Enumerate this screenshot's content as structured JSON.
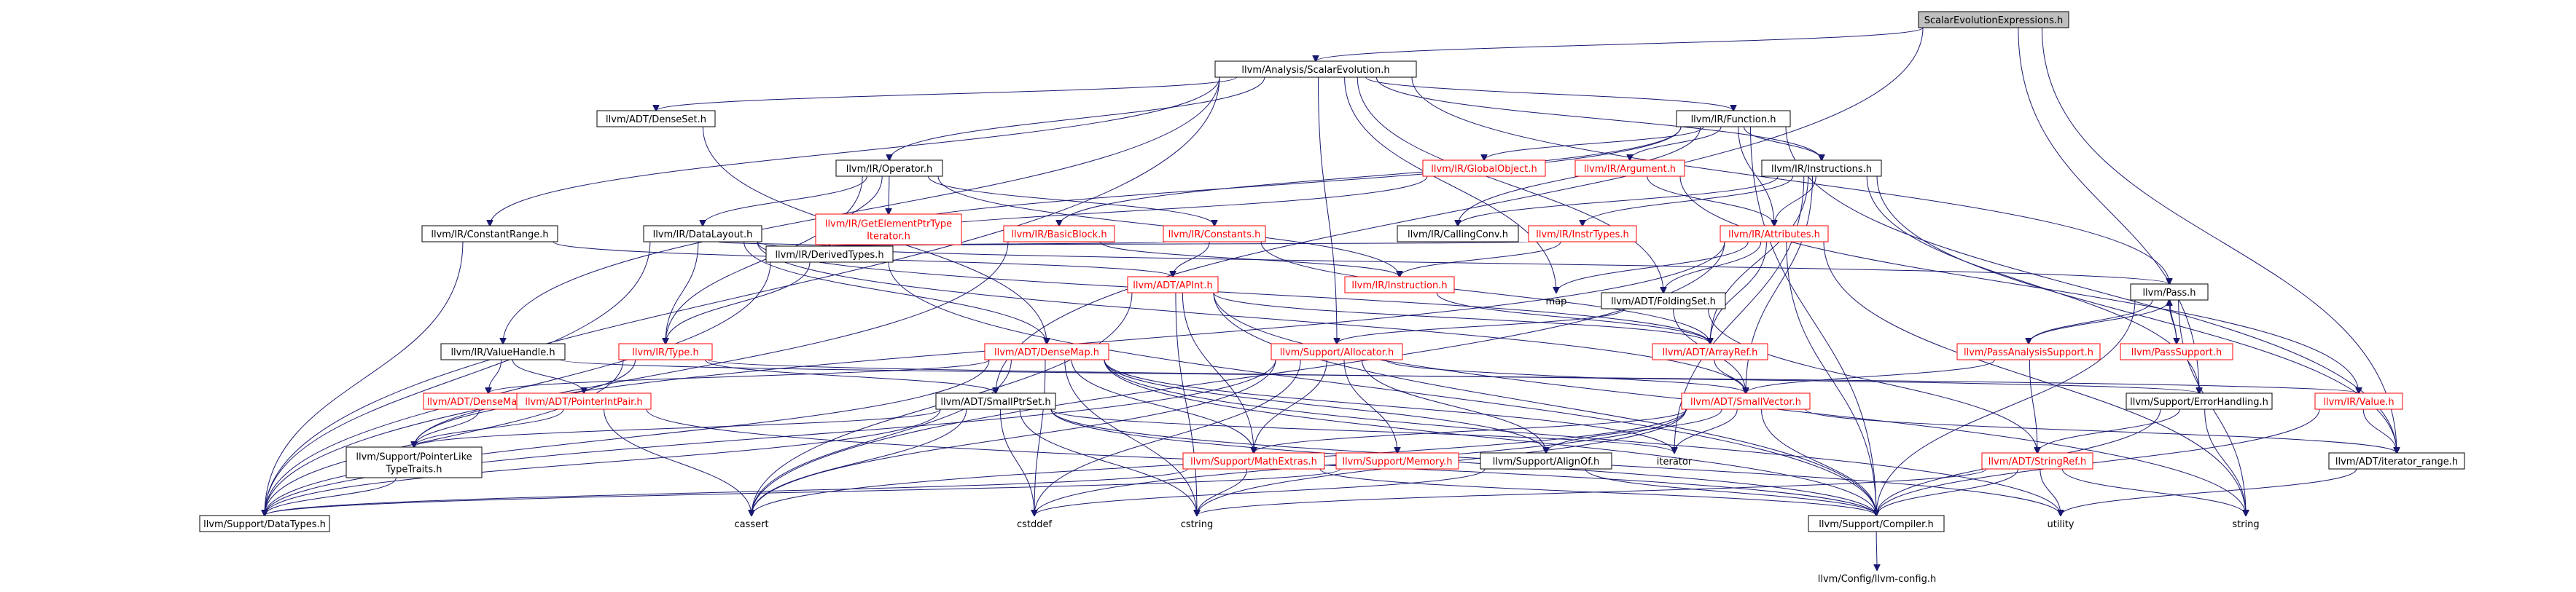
{
  "graph": {
    "nodes": [
      {
        "id": "root",
        "label": [
          "ScalarEvolutionExpressions.h"
        ],
        "kind": "root"
      },
      {
        "id": "se",
        "label": [
          "llvm/Analysis/ScalarEvolution.h"
        ],
        "kind": "normal"
      },
      {
        "id": "denseset",
        "label": [
          "llvm/ADT/DenseSet.h"
        ],
        "kind": "normal"
      },
      {
        "id": "function",
        "label": [
          "llvm/IR/Function.h"
        ],
        "kind": "normal"
      },
      {
        "id": "globalobject",
        "label": [
          "llvm/IR/GlobalObject.h"
        ],
        "kind": "red"
      },
      {
        "id": "argument",
        "label": [
          "llvm/IR/Argument.h"
        ],
        "kind": "red"
      },
      {
        "id": "operator",
        "label": [
          "llvm/IR/Operator.h"
        ],
        "kind": "normal"
      },
      {
        "id": "instructions",
        "label": [
          "llvm/IR/Instructions.h"
        ],
        "kind": "normal"
      },
      {
        "id": "gep",
        "label": [
          "llvm/IR/GetElementPtrType",
          "Iterator.h"
        ],
        "kind": "red"
      },
      {
        "id": "constantrange",
        "label": [
          "llvm/IR/ConstantRange.h"
        ],
        "kind": "normal"
      },
      {
        "id": "datalayout",
        "label": [
          "llvm/IR/DataLayout.h"
        ],
        "kind": "normal"
      },
      {
        "id": "basicblock",
        "label": [
          "llvm/IR/BasicBlock.h"
        ],
        "kind": "red"
      },
      {
        "id": "constants",
        "label": [
          "llvm/IR/Constants.h"
        ],
        "kind": "red"
      },
      {
        "id": "callingconv",
        "label": [
          "llvm/IR/CallingConv.h"
        ],
        "kind": "normal"
      },
      {
        "id": "instrtypes",
        "label": [
          "llvm/IR/InstrTypes.h"
        ],
        "kind": "red"
      },
      {
        "id": "attributes",
        "label": [
          "llvm/IR/Attributes.h"
        ],
        "kind": "red"
      },
      {
        "id": "derivedtypes",
        "label": [
          "llvm/IR/DerivedTypes.h"
        ],
        "kind": "normal"
      },
      {
        "id": "apint",
        "label": [
          "llvm/ADT/APInt.h"
        ],
        "kind": "red"
      },
      {
        "id": "instruction",
        "label": [
          "llvm/IR/Instruction.h"
        ],
        "kind": "red"
      },
      {
        "id": "map",
        "label": [
          "map"
        ],
        "kind": "plain"
      },
      {
        "id": "foldingset",
        "label": [
          "llvm/ADT/FoldingSet.h"
        ],
        "kind": "normal"
      },
      {
        "id": "pass",
        "label": [
          "llvm/Pass.h"
        ],
        "kind": "normal"
      },
      {
        "id": "valuehandle",
        "label": [
          "llvm/IR/ValueHandle.h"
        ],
        "kind": "normal"
      },
      {
        "id": "type",
        "label": [
          "llvm/IR/Type.h"
        ],
        "kind": "red"
      },
      {
        "id": "densemap",
        "label": [
          "llvm/ADT/DenseMap.h"
        ],
        "kind": "red"
      },
      {
        "id": "allocator",
        "label": [
          "llvm/Support/Allocator.h"
        ],
        "kind": "red"
      },
      {
        "id": "arrayref",
        "label": [
          "llvm/ADT/ArrayRef.h"
        ],
        "kind": "red"
      },
      {
        "id": "passanalysis",
        "label": [
          "llvm/PassAnalysisSupport.h"
        ],
        "kind": "red"
      },
      {
        "id": "passsupport",
        "label": [
          "llvm/PassSupport.h"
        ],
        "kind": "red"
      },
      {
        "id": "densemapinfo",
        "label": [
          "llvm/ADT/DenseMapInfo.h"
        ],
        "kind": "red"
      },
      {
        "id": "pointerintpair",
        "label": [
          "llvm/ADT/PointerIntPair.h"
        ],
        "kind": "red"
      },
      {
        "id": "smallptrset",
        "label": [
          "llvm/ADT/SmallPtrSet.h"
        ],
        "kind": "normal"
      },
      {
        "id": "smallvector",
        "label": [
          "llvm/ADT/SmallVector.h"
        ],
        "kind": "red"
      },
      {
        "id": "errorhandling",
        "label": [
          "llvm/Support/ErrorHandling.h"
        ],
        "kind": "normal"
      },
      {
        "id": "value",
        "label": [
          "llvm/IR/Value.h"
        ],
        "kind": "red"
      },
      {
        "id": "pointerlike",
        "label": [
          "llvm/Support/PointerLike",
          "TypeTraits.h"
        ],
        "kind": "normal"
      },
      {
        "id": "mathextras",
        "label": [
          "llvm/Support/MathExtras.h"
        ],
        "kind": "red"
      },
      {
        "id": "memory",
        "label": [
          "llvm/Support/Memory.h"
        ],
        "kind": "red"
      },
      {
        "id": "alignof",
        "label": [
          "llvm/Support/AlignOf.h"
        ],
        "kind": "normal"
      },
      {
        "id": "iterator",
        "label": [
          "iterator"
        ],
        "kind": "plain"
      },
      {
        "id": "stringref",
        "label": [
          "llvm/ADT/StringRef.h"
        ],
        "kind": "red"
      },
      {
        "id": "iterrange",
        "label": [
          "llvm/ADT/iterator_range.h"
        ],
        "kind": "normal"
      },
      {
        "id": "datatypes",
        "label": [
          "llvm/Support/DataTypes.h"
        ],
        "kind": "normal"
      },
      {
        "id": "cassert",
        "label": [
          "cassert"
        ],
        "kind": "plain"
      },
      {
        "id": "cstddef",
        "label": [
          "cstddef"
        ],
        "kind": "plain"
      },
      {
        "id": "cstring",
        "label": [
          "cstring"
        ],
        "kind": "plain"
      },
      {
        "id": "compiler",
        "label": [
          "llvm/Support/Compiler.h"
        ],
        "kind": "normal"
      },
      {
        "id": "utility",
        "label": [
          "utility"
        ],
        "kind": "plain"
      },
      {
        "id": "string",
        "label": [
          "string"
        ],
        "kind": "plain"
      },
      {
        "id": "llvmconfig",
        "label": [
          "llvm/Config/llvm-config.h"
        ],
        "kind": "plain"
      }
    ],
    "edges": [
      [
        "root",
        "se"
      ],
      [
        "root",
        "smallptrset"
      ],
      [
        "root",
        "errorhandling"
      ],
      [
        "root",
        "iterrange"
      ],
      [
        "se",
        "denseset"
      ],
      [
        "se",
        "function"
      ],
      [
        "se",
        "operator"
      ],
      [
        "se",
        "instructions"
      ],
      [
        "se",
        "constantrange"
      ],
      [
        "se",
        "valuehandle"
      ],
      [
        "se",
        "allocator"
      ],
      [
        "se",
        "foldingset"
      ],
      [
        "se",
        "pass"
      ],
      [
        "se",
        "map"
      ],
      [
        "se",
        "datatypes"
      ],
      [
        "denseset",
        "densemap"
      ],
      [
        "function",
        "globalobject"
      ],
      [
        "function",
        "argument"
      ],
      [
        "function",
        "instructions"
      ],
      [
        "function",
        "attributes"
      ],
      [
        "function",
        "callingconv"
      ],
      [
        "function",
        "basicblock"
      ],
      [
        "function",
        "iterrange"
      ],
      [
        "function",
        "compiler"
      ],
      [
        "function",
        "derivedtypes"
      ],
      [
        "globalobject",
        "derivedtypes"
      ],
      [
        "argument",
        "attributes"
      ],
      [
        "argument",
        "value"
      ],
      [
        "operator",
        "gep"
      ],
      [
        "operator",
        "datalayout"
      ],
      [
        "operator",
        "constants"
      ],
      [
        "operator",
        "derivedtypes"
      ],
      [
        "operator",
        "instruction"
      ],
      [
        "operator",
        "type"
      ],
      [
        "instructions",
        "instrtypes"
      ],
      [
        "instructions",
        "attributes"
      ],
      [
        "instructions",
        "callingconv"
      ],
      [
        "instructions",
        "arrayref"
      ],
      [
        "instructions",
        "smallvector"
      ],
      [
        "instructions",
        "iterator"
      ],
      [
        "instructions",
        "errorhandling"
      ],
      [
        "instructions",
        "iterrange"
      ],
      [
        "gep",
        "derivedtypes"
      ],
      [
        "constantrange",
        "apint"
      ],
      [
        "constantrange",
        "datatypes"
      ],
      [
        "datalayout",
        "derivedtypes"
      ],
      [
        "datalayout",
        "type"
      ],
      [
        "datalayout",
        "densemap"
      ],
      [
        "datalayout",
        "smallvector"
      ],
      [
        "datalayout",
        "pass"
      ],
      [
        "datalayout",
        "datatypes"
      ],
      [
        "datalayout",
        "arrayref"
      ],
      [
        "basicblock",
        "instruction"
      ],
      [
        "basicblock",
        "datatypes"
      ],
      [
        "constants",
        "apint"
      ],
      [
        "constants",
        "derivedtypes"
      ],
      [
        "constants",
        "arrayref"
      ],
      [
        "instrtypes",
        "instruction"
      ],
      [
        "instrtypes",
        "derivedtypes"
      ],
      [
        "attributes",
        "foldingset"
      ],
      [
        "attributes",
        "arrayref"
      ],
      [
        "attributes",
        "pointerlike"
      ],
      [
        "attributes",
        "map"
      ],
      [
        "attributes",
        "string"
      ],
      [
        "attributes",
        "compiler"
      ],
      [
        "attributes",
        "cassert"
      ],
      [
        "derivedtypes",
        "type"
      ],
      [
        "derivedtypes",
        "compiler"
      ],
      [
        "derivedtypes",
        "datatypes"
      ],
      [
        "apint",
        "mathextras"
      ],
      [
        "apint",
        "cstring"
      ],
      [
        "apint",
        "string"
      ],
      [
        "apint",
        "cassert"
      ],
      [
        "apint",
        "compiler"
      ],
      [
        "apint",
        "arrayref"
      ],
      [
        "instruction",
        "arrayref"
      ],
      [
        "foldingset",
        "smallvector"
      ],
      [
        "foldingset",
        "stringref"
      ],
      [
        "foldingset",
        "allocator"
      ],
      [
        "pass",
        "passanalysis"
      ],
      [
        "pass",
        "passsupport"
      ],
      [
        "pass",
        "string"
      ],
      [
        "pass",
        "compiler"
      ],
      [
        "passanalysis",
        "pass"
      ],
      [
        "passanalysis",
        "smallvector"
      ],
      [
        "passanalysis",
        "stringref"
      ],
      [
        "passsupport",
        "pass"
      ],
      [
        "valuehandle",
        "densemapinfo"
      ],
      [
        "valuehandle",
        "pointerintpair"
      ],
      [
        "valuehandle",
        "value"
      ],
      [
        "type",
        "smallptrset"
      ],
      [
        "type",
        "errorhandling"
      ],
      [
        "type",
        "datatypes"
      ],
      [
        "type",
        "pointerlike"
      ],
      [
        "densemap",
        "densemapinfo"
      ],
      [
        "densemap",
        "mathextras"
      ],
      [
        "densemap",
        "alignof"
      ],
      [
        "densemap",
        "compiler"
      ],
      [
        "densemap",
        "cstddef"
      ],
      [
        "densemap",
        "cstring"
      ],
      [
        "densemap",
        "iterator"
      ],
      [
        "densemap",
        "utility"
      ],
      [
        "densemap",
        "cassert"
      ],
      [
        "densemap",
        "datatypes"
      ],
      [
        "allocator",
        "smallvector"
      ],
      [
        "allocator",
        "alignof"
      ],
      [
        "allocator",
        "datatypes"
      ],
      [
        "allocator",
        "mathextras"
      ],
      [
        "allocator",
        "memory"
      ],
      [
        "allocator",
        "cstddef"
      ],
      [
        "allocator",
        "cassert"
      ],
      [
        "arrayref",
        "smallvector"
      ],
      [
        "densemapinfo",
        "pointerlike"
      ],
      [
        "pointerintpair",
        "pointerlike"
      ],
      [
        "pointerintpair",
        "compiler"
      ],
      [
        "pointerintpair",
        "cassert"
      ],
      [
        "smallptrset",
        "pointerlike"
      ],
      [
        "smallptrset",
        "compiler"
      ],
      [
        "smallptrset",
        "iterator"
      ],
      [
        "smallptrset",
        "utility"
      ],
      [
        "smallptrset",
        "cstddef"
      ],
      [
        "smallptrset",
        "cstring"
      ],
      [
        "smallptrset",
        "cassert"
      ],
      [
        "smallptrset",
        "datatypes"
      ],
      [
        "smallvector",
        "alignof"
      ],
      [
        "smallvector",
        "mathextras"
      ],
      [
        "smallvector",
        "compiler"
      ],
      [
        "smallvector",
        "iterator"
      ],
      [
        "smallvector",
        "cstddef"
      ],
      [
        "smallvector",
        "cassert"
      ],
      [
        "smallvector",
        "cstring"
      ],
      [
        "smallvector",
        "iterrange"
      ],
      [
        "errorhandling",
        "stringref"
      ],
      [
        "errorhandling",
        "compiler"
      ],
      [
        "errorhandling",
        "string"
      ],
      [
        "value",
        "iterrange"
      ],
      [
        "value",
        "compiler"
      ],
      [
        "pointerlike",
        "datatypes"
      ],
      [
        "mathextras",
        "compiler"
      ],
      [
        "mathextras",
        "datatypes"
      ],
      [
        "mathextras",
        "cstring"
      ],
      [
        "memory",
        "datatypes"
      ],
      [
        "alignof",
        "compiler"
      ],
      [
        "alignof",
        "cstddef"
      ],
      [
        "stringref",
        "compiler"
      ],
      [
        "stringref",
        "utility"
      ],
      [
        "stringref",
        "cstring"
      ],
      [
        "stringref",
        "string"
      ],
      [
        "iterrange",
        "utility"
      ],
      [
        "compiler",
        "llvmconfig"
      ]
    ]
  }
}
